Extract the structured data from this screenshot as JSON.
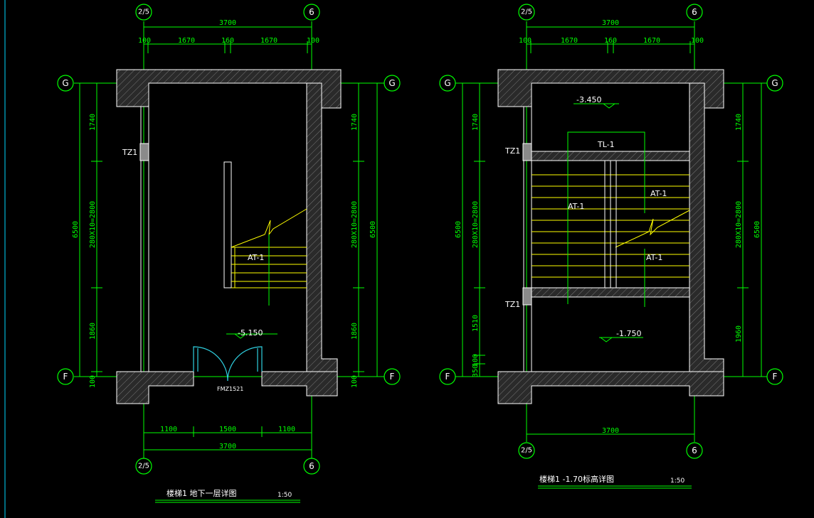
{
  "plan_left": {
    "title": "楼梯1  地下一层详图",
    "scale": "1:50",
    "axis_top_left": "2/5",
    "axis_top_right": "6",
    "axis_bottom_left": "2/5",
    "axis_bottom_right": "6",
    "axis_left_top": "G",
    "axis_right_top": "G",
    "axis_left_bottom": "F",
    "axis_right_bottom": "F",
    "dim_top_total": "3700",
    "dim_top_parts": [
      "100",
      "1670",
      "160",
      "1670",
      "100"
    ],
    "dim_bottom_parts": [
      "1100",
      "1500",
      "1100"
    ],
    "dim_bottom_total": "3700",
    "dim_left_total": "6500",
    "dim_left_parts": [
      "1740",
      "280X10=2800",
      "1860",
      "100"
    ],
    "dim_right_total": "6500",
    "dim_right_parts": [
      "1740",
      "280X10=2800",
      "1860",
      "100"
    ],
    "column_label": "TZ1",
    "stair_label": "AT-1",
    "elevation": "-5.150",
    "door_label": "FMZ1521"
  },
  "plan_right": {
    "title": "楼梯1  -1.70标高详图",
    "scale": "1:50",
    "axis_top_left": "2/5",
    "axis_top_right": "6",
    "axis_bottom_left": "2/5",
    "axis_bottom_right": "6",
    "axis_left_top": "G",
    "axis_right_top": "G",
    "axis_left_bottom": "F",
    "axis_right_bottom": "F",
    "dim_top_total": "3700",
    "dim_top_parts": [
      "100",
      "1670",
      "160",
      "1670",
      "100"
    ],
    "dim_bottom_total": "3700",
    "dim_left_total": "6500",
    "dim_left_parts": [
      "1740",
      "280X10=2800",
      "1510",
      "100",
      "350"
    ],
    "dim_right_total": "6500",
    "dim_right_parts": [
      "1740",
      "280X10=2800",
      "1960"
    ],
    "column_label_top": "TZ1",
    "column_label_bottom": "TZ1",
    "beam_label": "TL-1",
    "stair_label_left": "AT-1",
    "stair_label_right_top": "AT-1",
    "stair_label_right_bottom": "AT-1",
    "elevation_top": "-3.450",
    "elevation_bottom": "-1.750"
  }
}
